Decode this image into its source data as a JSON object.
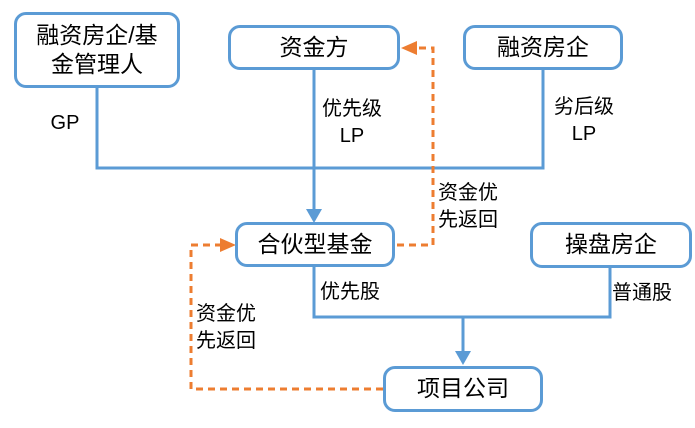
{
  "diagram": {
    "nodes": {
      "financier_gp": "融资房企/基\n金管理人",
      "capital": "资金方",
      "financier_lp": "融资房企",
      "fund": "合伙型基金",
      "operator": "操盘房企",
      "project": "项目公司"
    },
    "labels": {
      "gp": "GP",
      "senior_lp": "优先级\nLP",
      "junior_lp": "劣后级\nLP",
      "return_right": "资金优\n先返回",
      "return_left": "资金优\n先返回",
      "preferred_stock": "优先股",
      "common_stock": "普通股"
    },
    "colors": {
      "node_border": "#5B9BD5",
      "solid_connector": "#5B9BD5",
      "dashed_return_flow": "#ED7D31",
      "text": "#000000"
    }
  }
}
